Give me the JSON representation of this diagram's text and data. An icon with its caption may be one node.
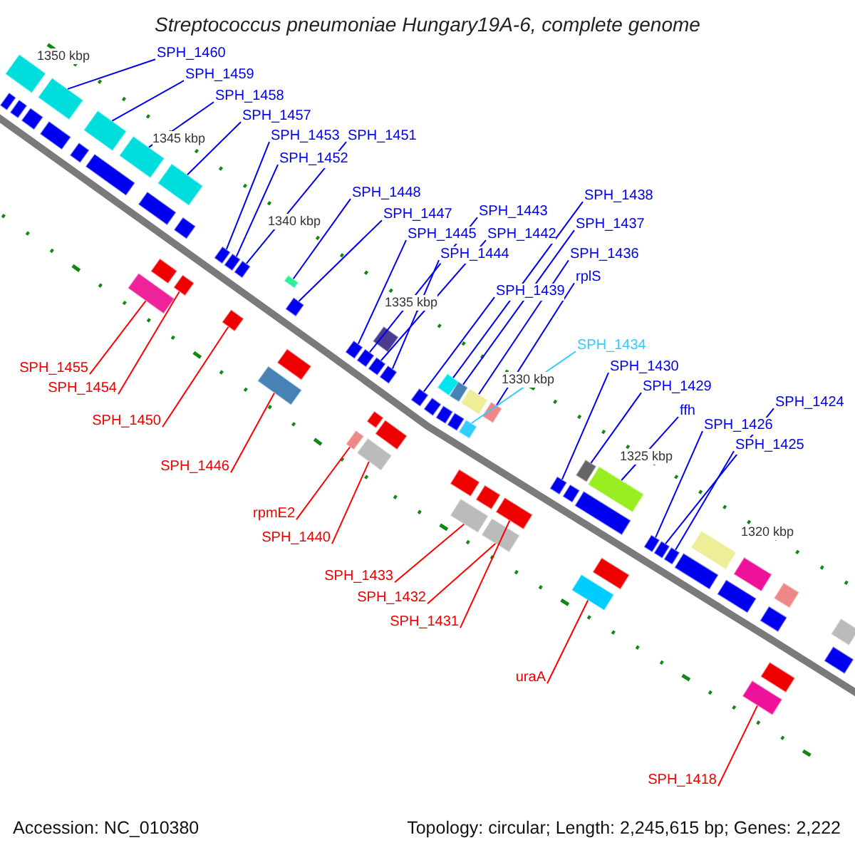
{
  "diagram": {
    "title": "Streptococcus pneumoniae Hungary19A-6, complete genome",
    "nodes": [
      {
        "text": [
          "SPH_1460"
        ]
      },
      {
        "text": [
          "SPH_1459"
        ]
      },
      {
        "text": [
          "SPH_1458"
        ]
      },
      {
        "text": [
          "SPH_1457"
        ]
      },
      {
        "text": [
          "SPH_1453"
        ]
      },
      {
        "text": [
          "SPH_1451"
        ]
      },
      {
        "text": [
          "SPH_1452"
        ]
      },
      {
        "text": [
          "SPH_1448"
        ]
      },
      {
        "text": [
          "SPH_1438"
        ]
      },
      {
        "text": [
          "SPH_1443"
        ]
      },
      {
        "text": [
          "SPH_1447"
        ]
      },
      {
        "text": [
          "SPH_1437"
        ]
      },
      {
        "text": [
          "SPH_1442"
        ]
      },
      {
        "text": [
          "SPH_1445"
        ]
      },
      {
        "text": [
          "SPH_1436"
        ]
      },
      {
        "text": [
          "SPH_1444"
        ]
      },
      {
        "text": [
          "rplS"
        ]
      },
      {
        "text": [
          "SPH_1439"
        ]
      },
      {
        "text": [
          "SPH_1434"
        ]
      },
      {
        "text": [
          "SPH_1430"
        ]
      },
      {
        "text": [
          "SPH_1455"
        ]
      },
      {
        "text": [
          "SPH_1429"
        ]
      },
      {
        "text": [
          "SPH_1454"
        ]
      },
      {
        "text": [
          "SPH_1424"
        ]
      },
      {
        "text": [
          "ffh"
        ]
      },
      {
        "text": [
          "SPH_1450"
        ]
      },
      {
        "text": [
          "SPH_1426"
        ]
      },
      {
        "text": [
          "SPH_1425"
        ]
      },
      {
        "text": [
          "SPH_1446"
        ]
      },
      {
        "text": [
          "rpmE2"
        ]
      },
      {
        "text": [
          "SPH_1440"
        ]
      },
      {
        "text": [
          "SPH_1433"
        ]
      },
      {
        "text": [
          "SPH_1432"
        ]
      },
      {
        "text": [
          "SPH_1431"
        ]
      },
      {
        "text": [
          "uraA"
        ]
      },
      {
        "text": [
          "SPH_1418"
        ]
      },
      {
        "text": [],
        "shape": "box"
      },
      {
        "text": [],
        "shape": "box"
      },
      {
        "text": [],
        "shape": "box"
      },
      {
        "text": [],
        "shape": "box"
      },
      {
        "text": [],
        "shape": "box"
      },
      {
        "text": [],
        "shape": "box"
      },
      {
        "text": [],
        "shape": "box"
      },
      {
        "text": [],
        "shape": "box"
      },
      {
        "text": [],
        "shape": "box"
      },
      {
        "text": [],
        "shape": "box"
      },
      {
        "text": [],
        "shape": "box"
      },
      {
        "text": [],
        "shape": "box"
      },
      {
        "text": [],
        "shape": "box"
      },
      {
        "text": [],
        "shape": "box"
      },
      {
        "text": [],
        "shape": "box"
      },
      {
        "text": [],
        "shape": "box"
      },
      {
        "text": [],
        "shape": "box"
      },
      {
        "text": [],
        "shape": "box"
      },
      {
        "text": [],
        "shape": "box"
      },
      {
        "text": [],
        "shape": "box"
      },
      {
        "text": [],
        "shape": "box"
      },
      {
        "text": [],
        "shape": "box"
      },
      {
        "text": [],
        "shape": "box"
      },
      {
        "text": [],
        "shape": "box"
      },
      {
        "text": [],
        "shape": "box"
      },
      {
        "text": [],
        "shape": "box"
      },
      {
        "text": [],
        "shape": "box"
      },
      {
        "text": [],
        "shape": "box"
      },
      {
        "text": [],
        "shape": "box"
      },
      {
        "text": [],
        "shape": "box"
      },
      {
        "text": [],
        "shape": "box"
      },
      {
        "text": [],
        "shape": "box"
      },
      {
        "text": [],
        "shape": "box"
      },
      {
        "text": [],
        "shape": "box"
      },
      {
        "text": [],
        "shape": "box"
      },
      {
        "text": [],
        "shape": "box"
      },
      {
        "text": [],
        "shape": "box"
      },
      {
        "text": [],
        "shape": "box"
      },
      {
        "text": [],
        "shape": "box"
      },
      {
        "text": [],
        "shape": "box"
      },
      {
        "text": [],
        "shape": "box"
      },
      {
        "text": [],
        "shape": "box"
      },
      {
        "text": [],
        "shape": "box"
      },
      {
        "text": [],
        "shape": "box"
      },
      {
        "text": [],
        "shape": "box"
      },
      {
        "text": [],
        "shape": "box"
      },
      {
        "text": [],
        "shape": "box"
      },
      {
        "text": [],
        "shape": "box"
      },
      {
        "text": [],
        "shape": "box"
      },
      {
        "text": [],
        "shape": "box"
      },
      {
        "text": [],
        "shape": "box"
      },
      {
        "text": [],
        "shape": "box"
      },
      {
        "text": [],
        "shape": "box"
      },
      {
        "text": [],
        "shape": "box"
      },
      {
        "text": [],
        "shape": "box"
      },
      {
        "text": [],
        "shape": "box"
      },
      {
        "text": [],
        "shape": "box"
      },
      {
        "text": [],
        "shape": "box"
      },
      {
        "text": [],
        "shape": "box"
      },
      {
        "text": [],
        "shape": "box"
      },
      {
        "text": [],
        "shape": "box"
      },
      {
        "text": [],
        "shape": "box"
      },
      {
        "text": [],
        "shape": "box"
      },
      {
        "text": [],
        "shape": "box"
      },
      {
        "text": [],
        "shape": "box"
      },
      {
        "text": [],
        "shape": "box"
      },
      {
        "text": [],
        "shape": "box"
      }
    ],
    "edges": [
      {
        "from": 0,
        "to": 40,
        "arrow": "none"
      },
      {
        "from": 1,
        "to": 42,
        "arrow": "none"
      },
      {
        "from": 2,
        "to": 45,
        "arrow": "none"
      },
      {
        "from": 3,
        "to": 47,
        "arrow": "none"
      },
      {
        "from": 4,
        "to": 52,
        "arrow": "none"
      },
      {
        "from": 5,
        "to": 54,
        "arrow": "none"
      },
      {
        "from": 6,
        "to": 53,
        "arrow": "none"
      },
      {
        "from": 7,
        "to": 56,
        "arrow": "none"
      },
      {
        "from": 8,
        "to": 70,
        "arrow": "none"
      },
      {
        "from": 9,
        "to": 61,
        "arrow": "none"
      },
      {
        "from": 10,
        "to": 57,
        "arrow": "none"
      },
      {
        "from": 11,
        "to": 72,
        "arrow": "none"
      },
      {
        "from": 12,
        "to": 63,
        "arrow": "none"
      },
      {
        "from": 13,
        "to": 60,
        "arrow": "none"
      },
      {
        "from": 14,
        "to": 74,
        "arrow": "none"
      },
      {
        "from": 15,
        "to": 64,
        "arrow": "none"
      },
      {
        "from": 16,
        "to": 77,
        "arrow": "none"
      },
      {
        "from": 17,
        "to": 69,
        "arrow": "none"
      },
      {
        "from": 18,
        "to": 76,
        "arrow": "none",
        "color": "#33ccff"
      },
      {
        "from": 19,
        "to": 83,
        "arrow": "none"
      },
      {
        "from": 20,
        "to": 48,
        "arrow": "none",
        "color": "#ff0000"
      },
      {
        "from": 21,
        "to": 84,
        "arrow": "none"
      },
      {
        "from": 22,
        "to": 51,
        "arrow": "none",
        "color": "#ff0000"
      },
      {
        "from": 23,
        "to": 91,
        "arrow": "none"
      },
      {
        "from": 24,
        "to": 86,
        "arrow": "none"
      },
      {
        "from": 25,
        "to": 55,
        "arrow": "none",
        "color": "#ff0000"
      },
      {
        "from": 26,
        "to": 90,
        "arrow": "none"
      },
      {
        "from": 27,
        "to": 92,
        "arrow": "none"
      },
      {
        "from": 28,
        "to": 58,
        "arrow": "none",
        "color": "#ff0000"
      },
      {
        "from": 29,
        "to": 65,
        "arrow": "none",
        "color": "#ff0000"
      },
      {
        "from": 30,
        "to": 67,
        "arrow": "none",
        "color": "#ff0000"
      },
      {
        "from": 31,
        "to": 79,
        "arrow": "none",
        "color": "#ff0000"
      },
      {
        "from": 32,
        "to": 81,
        "arrow": "none",
        "color": "#ff0000"
      },
      {
        "from": 33,
        "to": 82,
        "arrow": "none",
        "color": "#ff0000"
      },
      {
        "from": 34,
        "to": 88,
        "arrow": "none",
        "color": "#ff0000"
      },
      {
        "from": 35,
        "to": 99,
        "arrow": "none",
        "color": "#ff0000"
      }
    ],
    "labels": [
      "1350 kbp",
      "1345 kbp",
      "1340 kbp",
      "1335 kbp",
      "1330 kbp",
      "1325 kbp",
      "1320 kbp",
      "Accession: NC_010380",
      "Topology: circular; Length: 2,245,615 bp; Genes: 2,222"
    ]
  }
}
